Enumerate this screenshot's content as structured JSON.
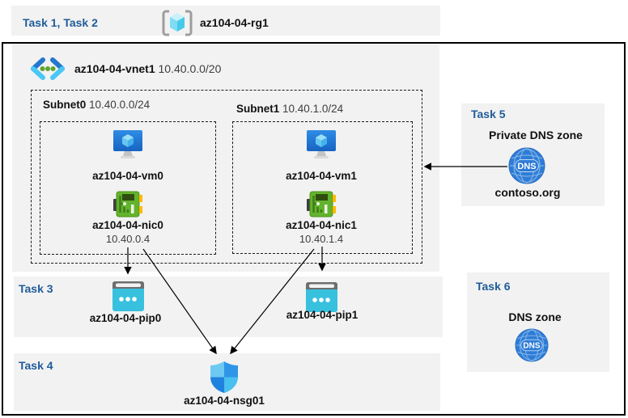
{
  "header": {
    "tasks_label": "Task 1, Task 2",
    "resource_group": "az104-04-rg1"
  },
  "vnet": {
    "name": "az104-04-vnet1",
    "cidr": "10.40.0.0/20"
  },
  "subnets": [
    {
      "name": "Subnet0",
      "cidr": "10.40.0.0/24",
      "vm": "az104-04-vm0",
      "nic": "az104-04-nic0",
      "ip": "10.40.0.4"
    },
    {
      "name": "Subnet1",
      "cidr": "10.40.1.0/24",
      "vm": "az104-04-vm1",
      "nic": "az104-04-nic1",
      "ip": "10.40.1.4"
    }
  ],
  "task3": {
    "label": "Task 3",
    "pip0": "az104-04-pip0",
    "pip1": "az104-04-pip1"
  },
  "task4": {
    "label": "Task 4",
    "nsg": "az104-04-nsg01"
  },
  "task5": {
    "label": "Task 5",
    "title": "Private DNS zone",
    "zone": "contoso.org"
  },
  "task6": {
    "label": "Task 6",
    "title": "DNS zone"
  },
  "icons": {
    "dns_text": "DNS",
    "names": [
      "resource-group-icon",
      "vnet-icon",
      "vm-icon",
      "nic-icon",
      "public-ip-icon",
      "nsg-shield-icon",
      "dns-globe-icon"
    ]
  },
  "connections": [
    {
      "from": "az104-04-nic0",
      "to": "az104-04-pip0"
    },
    {
      "from": "az104-04-nic0",
      "to": "az104-04-nsg01"
    },
    {
      "from": "az104-04-nic1",
      "to": "az104-04-pip1"
    },
    {
      "from": "az104-04-nic1",
      "to": "az104-04-nsg01"
    },
    {
      "from": "contoso.org",
      "to": "az104-04-vnet1"
    }
  ],
  "colors": {
    "band_bg": "#F2F2F2",
    "task_text_blue": "#1F5C99",
    "arrow": "#000000",
    "pip_cyan": "#38C1DE",
    "nic_green": "#64B32D",
    "vm_blue": "#1F7CD9",
    "dns_blue": "#2E7CD6",
    "nsg_blue": "#2E96E8"
  }
}
